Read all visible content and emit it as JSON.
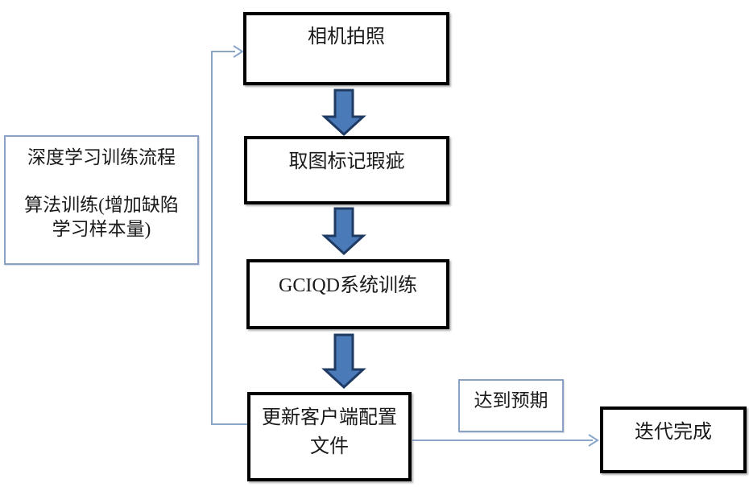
{
  "diagram": {
    "nodes": {
      "camera": "相机拍照",
      "mark": "取图标记瑕疵",
      "train": "GCIQD系统训练",
      "update_line1": "更新客户端配置",
      "update_line2": "文件",
      "done": "迭代完成"
    },
    "edge_labels": {
      "expect": "达到预期"
    },
    "note": {
      "line1": "深度学习训练流程",
      "line2": "算法训练(增加缺陷",
      "line3": "学习样本量)"
    },
    "colors": {
      "node_border": "#000000",
      "note_border": "#8aa0c4",
      "connector": "#8ba6c9",
      "arrow_fill": "#4a7ab8",
      "arrow_stroke": "#1f3b63"
    }
  }
}
